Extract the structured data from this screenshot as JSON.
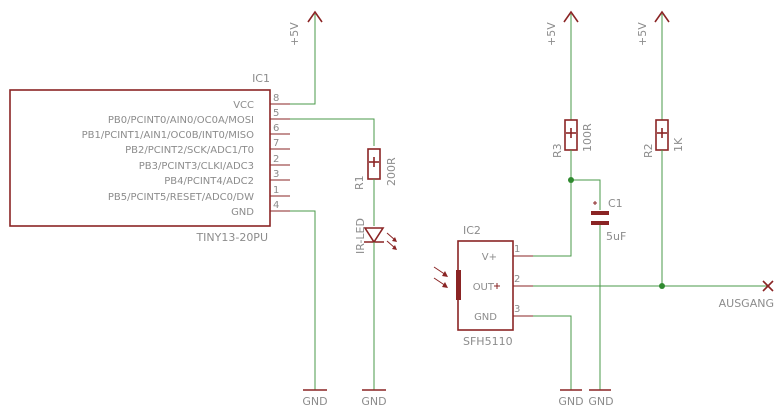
{
  "ic1": {
    "name": "IC1",
    "value": "TINY13-20PU",
    "pins": [
      {
        "label": "VCC",
        "num": "8"
      },
      {
        "label": "PB0/PCINT0/AIN0/OC0A/MOSI",
        "num": "5"
      },
      {
        "label": "PB1/PCINT1/AIN1/OC0B/INT0/MISO",
        "num": "6"
      },
      {
        "label": "PB2/PCINT2/SCK/ADC1/T0",
        "num": "7"
      },
      {
        "label": "PB3/PCINT3/CLKI/ADC3",
        "num": "2"
      },
      {
        "label": "PB4/PCINT4/ADC2",
        "num": "3"
      },
      {
        "label": "PB5/PCINT5/RESET/ADC0/DW",
        "num": "1"
      },
      {
        "label": "GND",
        "num": "4"
      }
    ]
  },
  "ic2": {
    "name": "IC2",
    "value": "SFH5110",
    "pins": [
      {
        "label": "V+",
        "num": "1"
      },
      {
        "label": "OUT",
        "num": "2"
      },
      {
        "label": "GND",
        "num": "3"
      }
    ]
  },
  "r1": {
    "name": "R1",
    "value": "200R"
  },
  "r2": {
    "name": "R2",
    "value": "1K"
  },
  "r3": {
    "name": "R3",
    "value": "100R"
  },
  "c1": {
    "name": "C1",
    "value": "5uF"
  },
  "led": {
    "name": "IR-LED"
  },
  "supply": {
    "label": "+5V"
  },
  "ground": {
    "label": "GND"
  },
  "output": {
    "label": "AUSGANG"
  },
  "colors": {
    "wire": "#4a9a4a",
    "part": "#8a2424",
    "text": "#8c8c8c"
  }
}
